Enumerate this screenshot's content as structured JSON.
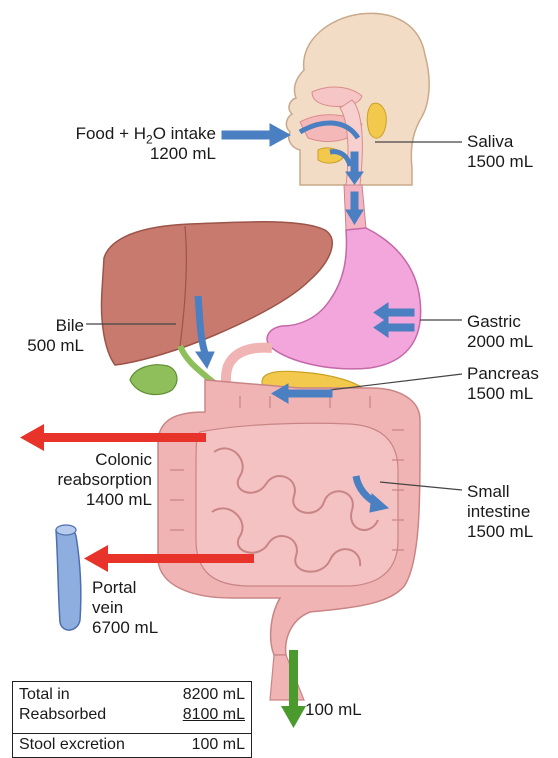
{
  "labels": {
    "food_intake": {
      "pre": "Food + H",
      "sub": "2",
      "post": "O intake",
      "amount": "1200 mL"
    },
    "saliva": {
      "name": "Saliva",
      "amount": "1500 mL"
    },
    "bile": {
      "name": "Bile",
      "amount": "500 mL"
    },
    "gastric": {
      "name": "Gastric",
      "amount": "2000 mL"
    },
    "pancreas": {
      "name": "Pancreas",
      "amount": "1500 mL"
    },
    "colonic": {
      "line1": "Colonic",
      "line2": "reabsorption",
      "amount": "1400 mL"
    },
    "small_intestine": {
      "line1": "Small",
      "line2": "intestine",
      "amount": "1500 mL"
    },
    "portal_vein": {
      "line1": "Portal",
      "line2": "vein",
      "amount": "6700 mL"
    },
    "stool": {
      "amount": "100 mL"
    }
  },
  "summary": {
    "rows": [
      {
        "label": "Total in",
        "value": "8200 mL"
      },
      {
        "label": "Reabsorbed",
        "value": "8100 mL"
      },
      {
        "label": "Stool excretion",
        "value": "100 mL"
      }
    ]
  },
  "colors": {
    "skin": "#f3dcc5",
    "skin_outline": "#c9a98a",
    "liver": "#c97a6e",
    "stomach": "#f2a6dc",
    "intestine": "#f0b4b4",
    "intestine_outline": "#c98585",
    "pancreas": "#f2c94c",
    "gallbladder": "#8fbf5a",
    "portal_vein": "#8faee0",
    "secretion_arrow": "#4a7fc1",
    "reabsorption_arrow": "#e8332a",
    "excretion_arrow": "#4a9a2e"
  }
}
